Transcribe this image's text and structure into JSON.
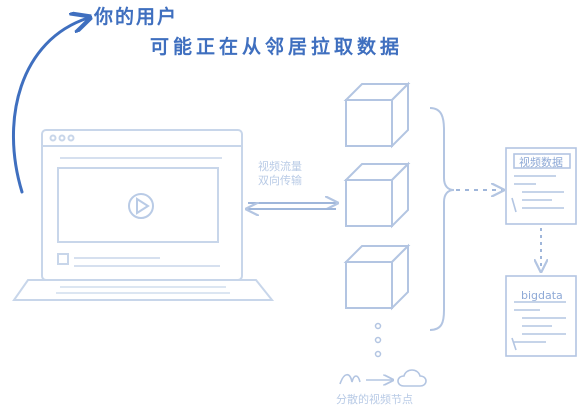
{
  "headline": {
    "line1": "你的用户",
    "line2": "可能正在从邻居拉取数据"
  },
  "edge_label": {
    "line1": "视频流量",
    "line2": "双向传输"
  },
  "cards": {
    "top_title": "视频数据",
    "bottom_title": "bigdata"
  },
  "bottom_caption": "分散的视频节点",
  "colors": {
    "accent": "#3f6fbf",
    "sketch": "#c8d6ea",
    "sketch_dark": "#9fb6da"
  }
}
